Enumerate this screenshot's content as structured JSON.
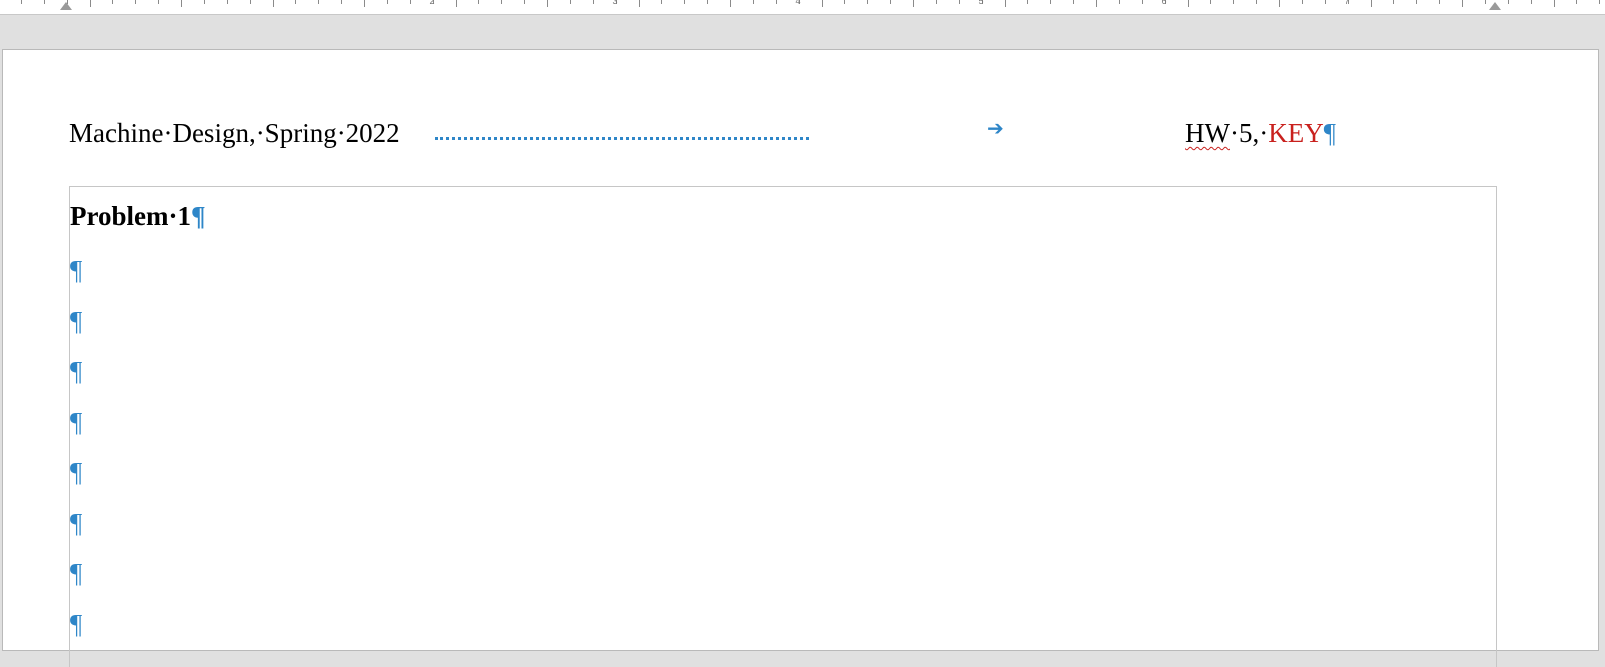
{
  "ruler": {
    "numbers": [
      "2",
      "3",
      "4",
      "5",
      "6",
      "7"
    ]
  },
  "header": {
    "left_text": "Machine·Design,·Spring·2022",
    "tab_arrow": "➔",
    "right_hw": "HW",
    "right_mid": "·5,·",
    "right_key": "KEY",
    "pilcrow": "¶"
  },
  "body": {
    "problem_title": "Problem·1",
    "pilcrow": "¶",
    "empty_paragraphs": [
      "¶",
      "¶",
      "¶",
      "¶",
      "¶",
      "¶",
      "¶",
      "¶"
    ]
  },
  "colors": {
    "formatting_marks": "#2e86c8",
    "key_text": "#c9211e"
  }
}
